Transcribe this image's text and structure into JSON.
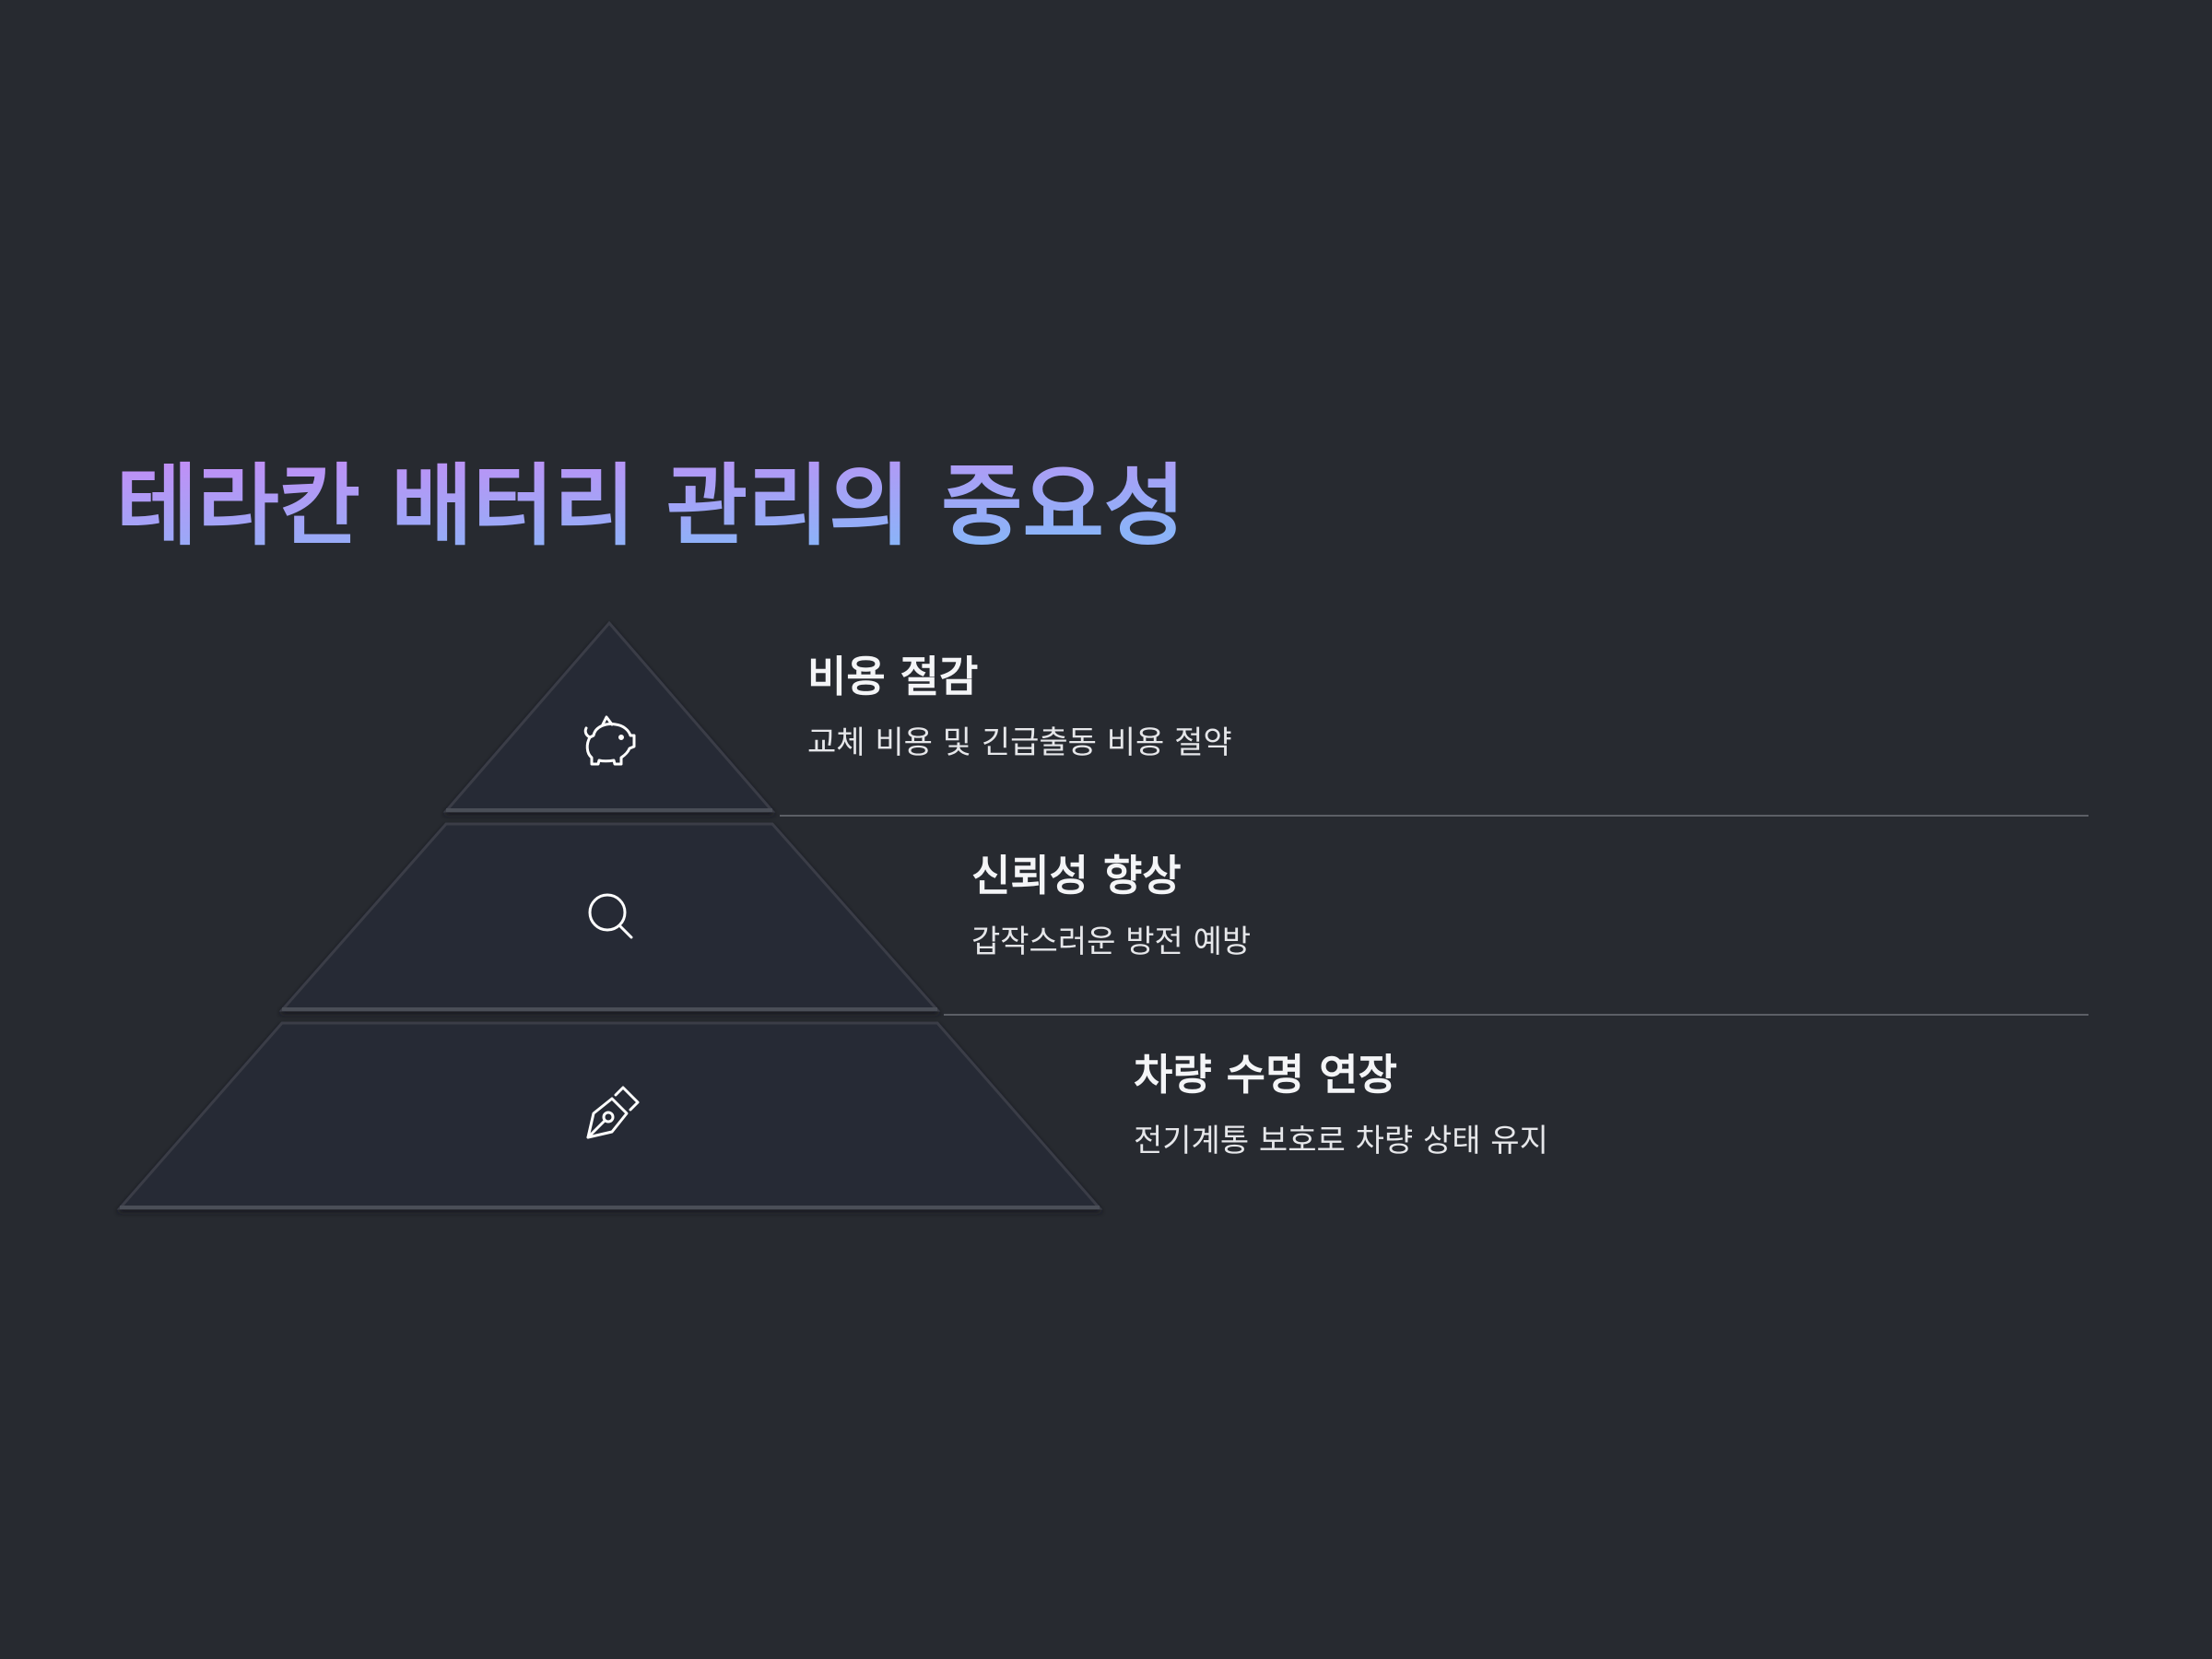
{
  "slide": {
    "title": "테라칸 배터리 관리의 중요성",
    "title_gradient": [
      "#c58cf5",
      "#8ab4f8"
    ],
    "background_color": "#272a30"
  },
  "pyramid": {
    "fill_color": "#262a34",
    "edge_color": "#3d414a",
    "icon_color": "#ffffff",
    "layers": [
      {
        "heading": "비용 절감",
        "description": "교체 비용 및 긴급출동 비용 절약",
        "icon": "piggy-bank-icon"
      },
      {
        "heading": "신뢰성 향상",
        "description": "갑작스러운 방전 예방",
        "icon": "search-icon"
      },
      {
        "heading": "차량 수명 연장",
        "description": "전기계통 보호로 차량 상태 유지",
        "icon": "pen-nib-icon"
      }
    ]
  }
}
